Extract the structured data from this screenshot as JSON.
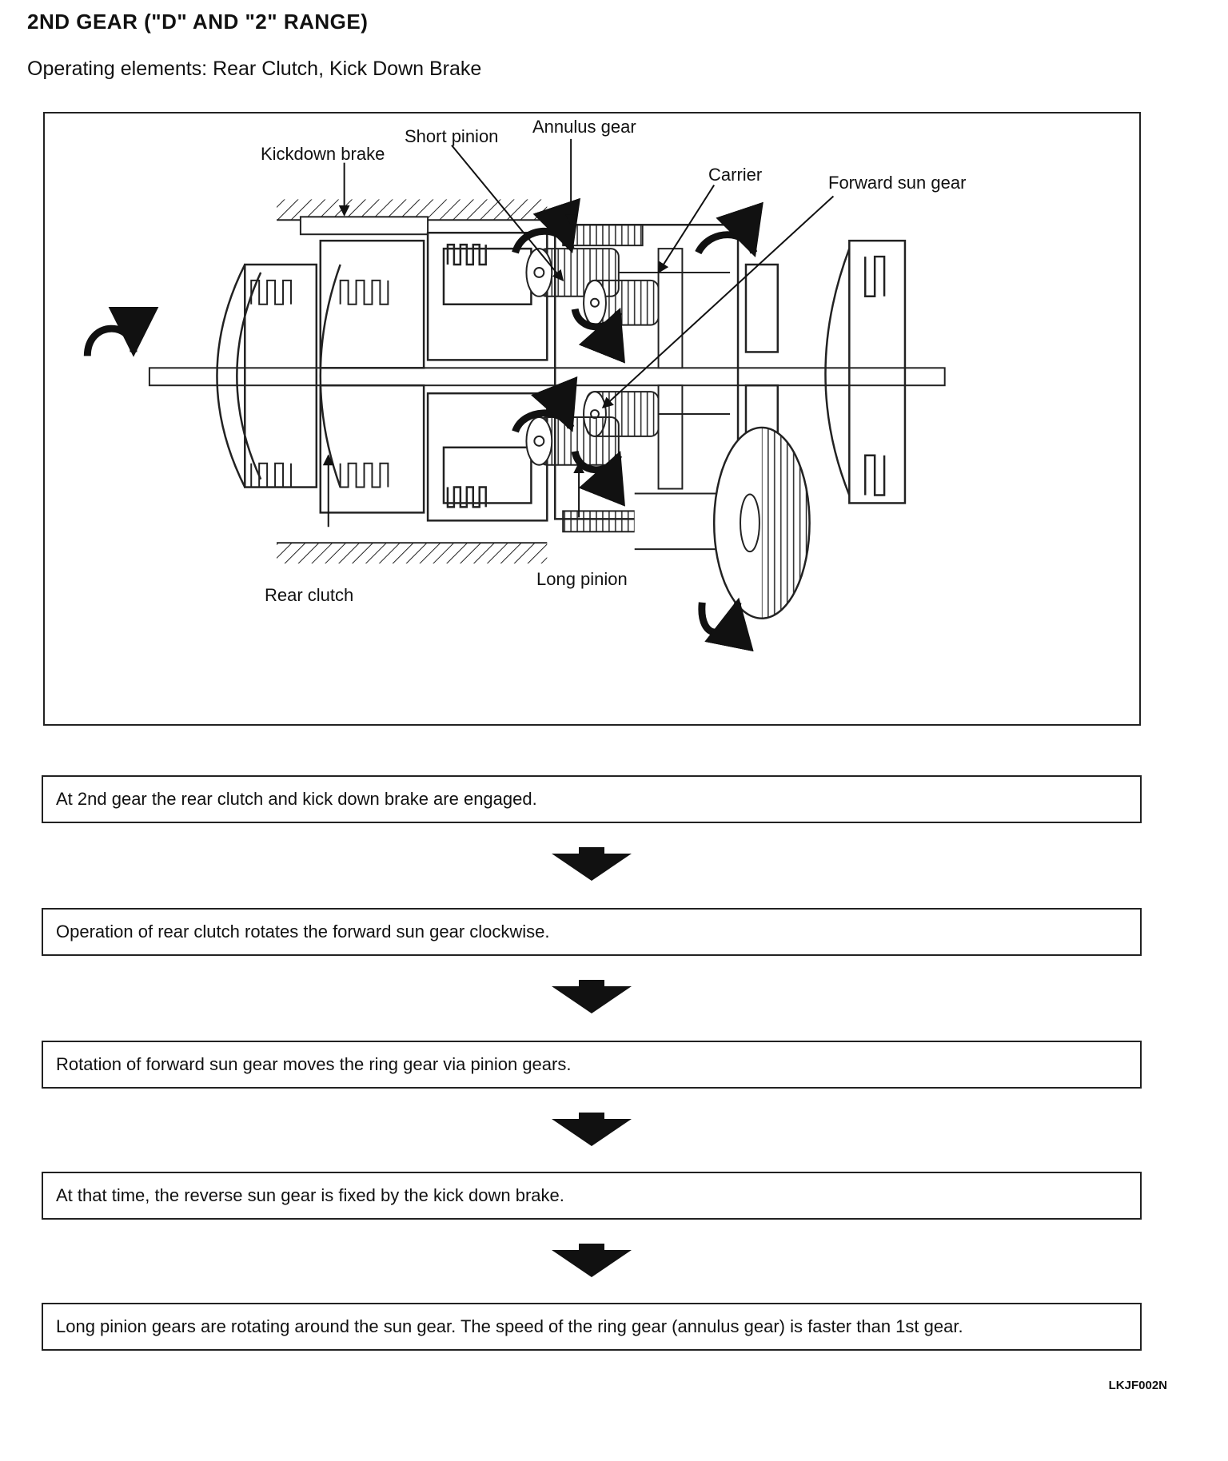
{
  "title": "2ND GEAR (\"D\" AND \"2\" RANGE)",
  "subtitle": "Operating elements: Rear Clutch, Kick Down Brake",
  "diagram": {
    "labels": {
      "kickdown_brake": "Kickdown brake",
      "short_pinion": "Short pinion",
      "annulus_gear": "Annulus gear",
      "carrier": "Carrier",
      "forward_sun_gear": "Forward sun gear",
      "rear_clutch": "Rear clutch",
      "long_pinion": "Long pinion"
    }
  },
  "steps": [
    "At 2nd gear the rear clutch and kick down brake are engaged.",
    "Operation of rear clutch rotates the forward sun gear clockwise.",
    "Rotation of forward sun gear moves the ring gear via pinion gears.",
    "At that time, the reverse sun gear is fixed by the kick down brake.",
    "Long pinion gears are rotating around the sun gear. The speed of the ring gear (annulus gear) is faster than 1st gear."
  ],
  "figure_code": "LKJF002N"
}
